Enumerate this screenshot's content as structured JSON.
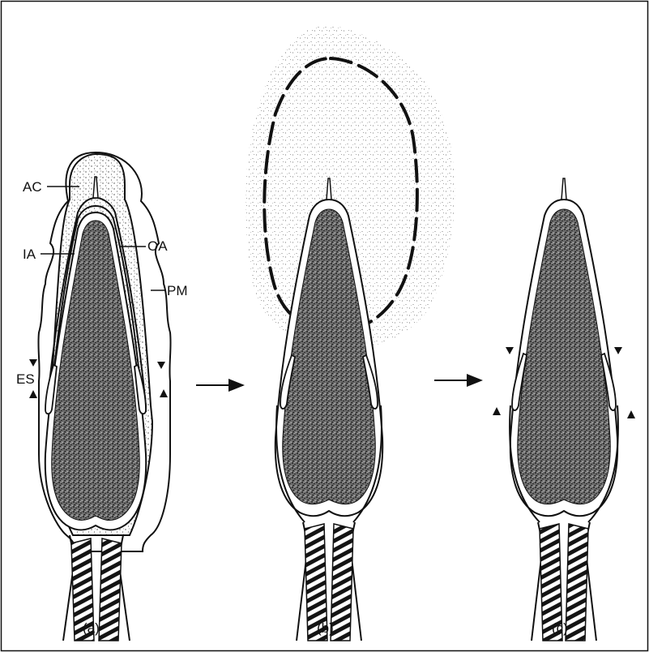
{
  "figure": {
    "captions": {
      "a": "(a)",
      "b": "(b)",
      "c": "(c)"
    },
    "labels": {
      "ac": "AC",
      "oa": "OA",
      "ia": "IA",
      "pm": "PM",
      "es": "ES"
    },
    "colors": {
      "ink": "#111111",
      "stipple": "#2b2b2b",
      "background": "#ffffff"
    }
  }
}
